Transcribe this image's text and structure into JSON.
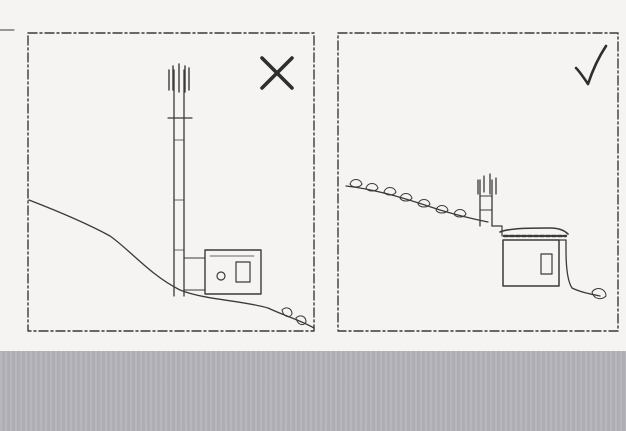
{
  "panels": [
    {
      "id": "left",
      "verdict": "incorrect",
      "mark_icon": "cross-mark-icon"
    },
    {
      "id": "right",
      "verdict": "correct",
      "mark_icon": "check-mark-icon"
    }
  ],
  "colors": {
    "background": "#f5f4f2",
    "ink": "#3a3a3a",
    "footer_band": "#b5b3ba"
  }
}
